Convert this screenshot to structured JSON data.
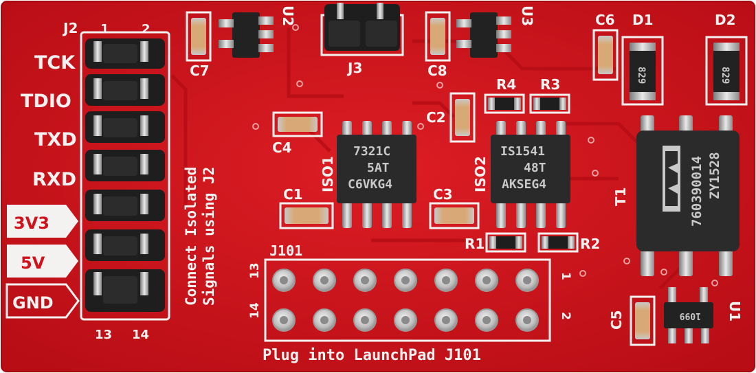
{
  "board": {
    "pcb_color": "#d0121b",
    "silkscreen_color": "#f4f1f1"
  },
  "header_j2": {
    "name": "J2",
    "pin_top_left": "1",
    "pin_top_right": "2",
    "pin_bottom_left": "13",
    "pin_bottom_right": "14",
    "signals": [
      "TCK",
      "TDIO",
      "TXD",
      "RXD"
    ],
    "power": [
      "3V3",
      "5V",
      "GND"
    ]
  },
  "side_note": {
    "line1": "Connect Isolated",
    "line2": "Signals using J2"
  },
  "header_j101": {
    "name": "J101",
    "pin_top_left": "13",
    "pin_bottom_left": "14",
    "pin_top_right": "1",
    "pin_bottom_right": "2",
    "footer": "Plug into LaunchPad J101"
  },
  "jumper_j3": {
    "name": "J3"
  },
  "refdes": {
    "u1": "U1",
    "u2": "U2",
    "u3": "U3",
    "c1": "C1",
    "c2": "C2",
    "c3": "C3",
    "c4": "C4",
    "c5": "C5",
    "c6": "C6",
    "c7": "C7",
    "c8": "C8",
    "r1": "R1",
    "r2": "R2",
    "r3": "R3",
    "r4": "R4",
    "d1": "D1",
    "d2": "D2",
    "iso1": "ISO1",
    "iso2": "ISO2",
    "t1": "T1"
  },
  "chips": {
    "iso1": {
      "line1": "7321C",
      "line2": "5AT",
      "line3": "C6VKG4"
    },
    "iso2": {
      "line1": "IS1541",
      "line2": "48T",
      "line3": "AKSEG4"
    },
    "t1": {
      "line1": "760390014",
      "line2": "ZY1528"
    },
    "u1": {
      "line1": "1099"
    },
    "d1": {
      "line1": "829"
    },
    "d2": {
      "line1": "829"
    }
  }
}
